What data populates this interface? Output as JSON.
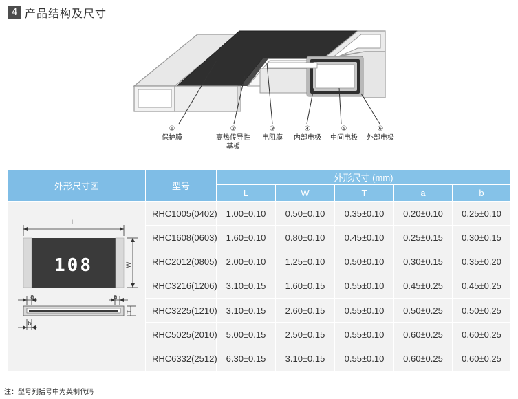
{
  "section": {
    "number": "4",
    "title": "产品结构及尺寸"
  },
  "structure": {
    "callouts": [
      {
        "num": "①",
        "label": "保护膜"
      },
      {
        "num": "②",
        "label": "高热传导性",
        "label2": "基板"
      },
      {
        "num": "③",
        "label": "电阻膜"
      },
      {
        "num": "④",
        "label": "内部电极"
      },
      {
        "num": "⑤",
        "label": "中间电极"
      },
      {
        "num": "⑥",
        "label": "外部电极"
      }
    ]
  },
  "drawing": {
    "marking": "108",
    "dim_L": "L",
    "dim_W": "W",
    "dim_T": "T",
    "dim_a": "a",
    "dim_b": "b"
  },
  "table": {
    "col_drawing": "外形尺寸图",
    "col_model": "型号",
    "col_dims_group": "外形尺寸 (mm)",
    "sub_headers": [
      "L",
      "W",
      "T",
      "a",
      "b"
    ],
    "rows": [
      {
        "model": "RHC1005(0402)",
        "L": "1.00±0.10",
        "W": "0.50±0.10",
        "T": "0.35±0.10",
        "a": "0.20±0.10",
        "b": "0.25±0.10"
      },
      {
        "model": "RHC1608(0603)",
        "L": "1.60±0.10",
        "W": "0.80±0.10",
        "T": "0.45±0.10",
        "a": "0.25±0.15",
        "b": "0.30±0.15"
      },
      {
        "model": "RHC2012(0805)",
        "L": "2.00±0.10",
        "W": "1.25±0.10",
        "T": "0.50±0.10",
        "a": "0.30±0.15",
        "b": "0.35±0.20"
      },
      {
        "model": "RHC3216(1206)",
        "L": "3.10±0.15",
        "W": "1.60±0.15",
        "T": "0.55±0.10",
        "a": "0.45±0.25",
        "b": "0.45±0.25"
      },
      {
        "model": "RHC3225(1210)",
        "L": "3.10±0.15",
        "W": "2.60±0.15",
        "T": "0.55±0.10",
        "a": "0.50±0.25",
        "b": "0.50±0.25"
      },
      {
        "model": "RHC5025(2010)",
        "L": "5.00±0.15",
        "W": "2.50±0.15",
        "T": "0.55±0.10",
        "a": "0.60±0.25",
        "b": "0.60±0.25"
      },
      {
        "model": "RHC6332(2512)",
        "L": "6.30±0.15",
        "W": "3.10±0.15",
        "T": "0.55±0.10",
        "a": "0.60±0.25",
        "b": "0.60±0.25"
      }
    ]
  },
  "footnote": "注：型号列括号中为英制代码",
  "colors": {
    "header_blue": "#85c2e8",
    "cell_gray": "#f2f2f2",
    "body_black": "#3a3a3a"
  }
}
